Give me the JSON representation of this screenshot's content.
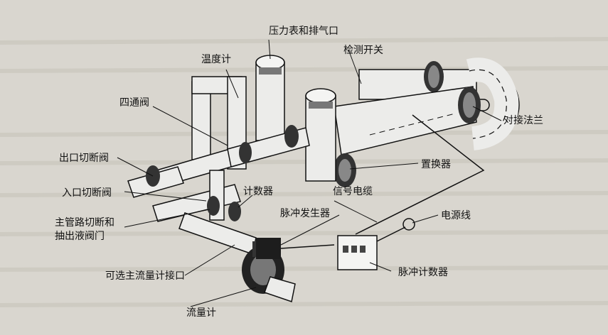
{
  "labels": {
    "pressure_gauge_vent": "压力表和排气口",
    "thermometer": "温度计",
    "detection_switch": "检测开关",
    "four_way_valve": "四通阀",
    "docking_flange": "对接法兰",
    "outlet_shutoff_valve": "出口切断阀",
    "displacer": "置换器",
    "inlet_shutoff_valve": "入口切断阀",
    "counter": "计数器",
    "signal_cable": "信号电缆",
    "main_line_shutoff_drain_1": "主管路切断和",
    "main_line_shutoff_drain_2": "抽出液阀门",
    "pulse_generator": "脉冲发生器",
    "power_cord": "电源线",
    "optional_flowmeter_interface": "可选主流量计接口",
    "pulse_counter": "脉冲计数器",
    "flowmeter": "流量计"
  },
  "colors": {
    "paper": "#d9d6cf",
    "pipe_fill": "#ececea",
    "line": "#111111",
    "flange": "#333333"
  }
}
